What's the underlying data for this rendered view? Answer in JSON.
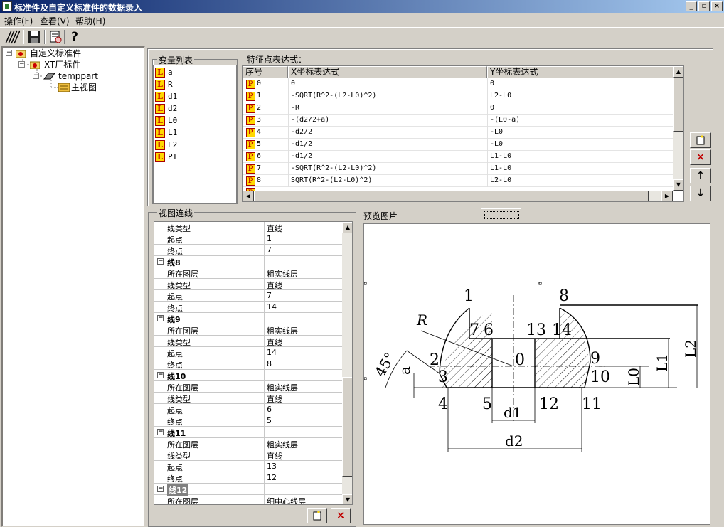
{
  "window": {
    "title": "标准件及自定义标准件的数据录入",
    "minimize_glyph": "_",
    "restore_glyph": "▫",
    "close_glyph": "×"
  },
  "menu": [
    "操作(F)",
    "查看(V)",
    "帮助(H)"
  ],
  "toolbar": {
    "help_glyph": "?"
  },
  "tree": {
    "root": "自定义标准件",
    "child": "XT厂标件",
    "part": "temppart",
    "leaf": "主视图"
  },
  "variables": {
    "title": "变量列表",
    "icon_letter": "L",
    "items": [
      "a",
      "R",
      "d1",
      "d2",
      "L0",
      "L1",
      "L2",
      "PI"
    ]
  },
  "feature_points": {
    "title": "特征点表达式：",
    "icon_letter": "P",
    "columns": [
      "序号",
      "X坐标表达式",
      "Y坐标表达式"
    ],
    "rows": [
      {
        "no": "0",
        "x": "0",
        "y": "0"
      },
      {
        "no": "1",
        "x": "-SQRT(R^2-(L2-L0)^2)",
        "y": "L2-L0"
      },
      {
        "no": "2",
        "x": "-R",
        "y": "0"
      },
      {
        "no": "3",
        "x": "-(d2/2+a)",
        "y": "-(L0-a)"
      },
      {
        "no": "4",
        "x": "-d2/2",
        "y": "-L0"
      },
      {
        "no": "5",
        "x": "-d1/2",
        "y": "-L0"
      },
      {
        "no": "6",
        "x": "-d1/2",
        "y": "L1-L0"
      },
      {
        "no": "7",
        "x": "-SQRT(R^2-(L2-L0)^2)",
        "y": "L1-L0"
      },
      {
        "no": "8",
        "x": "SQRT(R^2-(L2-L0)^2)",
        "y": "L2-L0"
      }
    ]
  },
  "side_buttons": {
    "delete": "×",
    "up": "↑",
    "down": "↓"
  },
  "view_lines": {
    "title": "视图连线",
    "rows": [
      {
        "name": "线类型",
        "value": "直线"
      },
      {
        "name": "起点",
        "value": "1"
      },
      {
        "name": "终点",
        "value": "7"
      },
      {
        "name": "线8",
        "value": "",
        "cat": true
      },
      {
        "name": "所在图层",
        "value": "粗实线层"
      },
      {
        "name": "线类型",
        "value": "直线"
      },
      {
        "name": "起点",
        "value": "7"
      },
      {
        "name": "终点",
        "value": "14"
      },
      {
        "name": "线9",
        "value": "",
        "cat": true
      },
      {
        "name": "所在图层",
        "value": "粗实线层"
      },
      {
        "name": "线类型",
        "value": "直线"
      },
      {
        "name": "起点",
        "value": "14"
      },
      {
        "name": "终点",
        "value": "8"
      },
      {
        "name": "线10",
        "value": "",
        "cat": true
      },
      {
        "name": "所在图层",
        "value": "粗实线层"
      },
      {
        "name": "线类型",
        "value": "直线"
      },
      {
        "name": "起点",
        "value": "6"
      },
      {
        "name": "终点",
        "value": "5"
      },
      {
        "name": "线11",
        "value": "",
        "cat": true
      },
      {
        "name": "所在图层",
        "value": "粗实线层"
      },
      {
        "name": "线类型",
        "value": "直线"
      },
      {
        "name": "起点",
        "value": "13"
      },
      {
        "name": "终点",
        "value": "12"
      },
      {
        "name": "线12",
        "value": "",
        "cat": true,
        "selected": true
      },
      {
        "name": "所在图层",
        "value": "细中心线层"
      }
    ],
    "expander_glyph": "−",
    "delete_glyph": "×"
  },
  "preview": {
    "title": "预览图片",
    "point_labels": [
      "1",
      "8",
      "7",
      "6",
      "13",
      "14",
      "2",
      "0",
      "9",
      "3",
      "10",
      "4",
      "5",
      "12",
      "11"
    ],
    "dim_labels": [
      "R",
      "45°",
      "a",
      "d1",
      "d2",
      "L0",
      "L1",
      "L2"
    ]
  },
  "scroll_glyphs": {
    "up": "▲",
    "down": "▼",
    "left": "◀",
    "right": "▶"
  }
}
